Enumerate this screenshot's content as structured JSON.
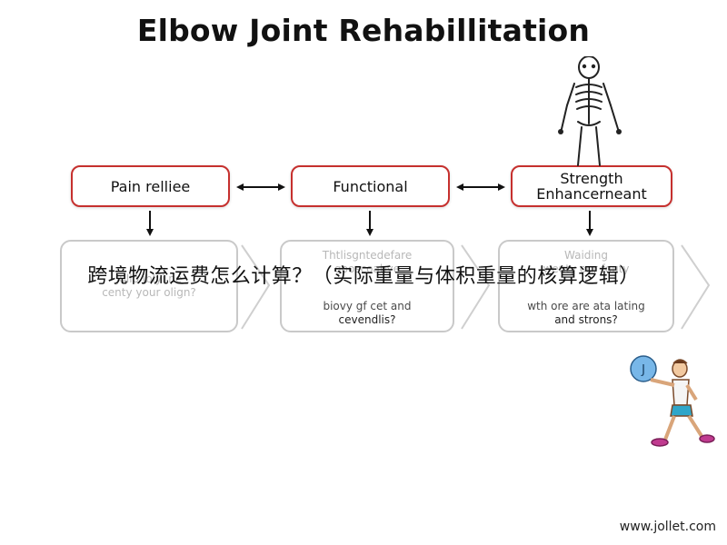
{
  "title": "Elbow Joint Rehabillitation",
  "top_boxes": [
    {
      "label": "Pain relliee"
    },
    {
      "label": "Functional"
    },
    {
      "label_line1": "Strength",
      "label_line2": "Enhancerneant"
    }
  ],
  "cards": [
    {
      "lines": [
        "Jullo iblyi ne",
        "centy your olign?"
      ]
    },
    {
      "lines": [
        "Thtlisgntedefare",
        "gooscoabye",
        "biovy gf cet and",
        "cevendlis?"
      ]
    },
    {
      "lines": [
        "Waiding",
        "weuty onr fouty",
        "wth ore are ata lating",
        "and strons?"
      ]
    }
  ],
  "caption": "跨境物流运费怎么计算？（实际重量与体积重量的核算逻辑）",
  "ball_letter": "J",
  "watermark": "www.jollet.com",
  "colors": {
    "box_border": "#c6302e",
    "card_border": "#c9c9c9",
    "shorts": "#2fa6c9",
    "shoes": "#c03a8f",
    "ball": "#78b7e8"
  }
}
